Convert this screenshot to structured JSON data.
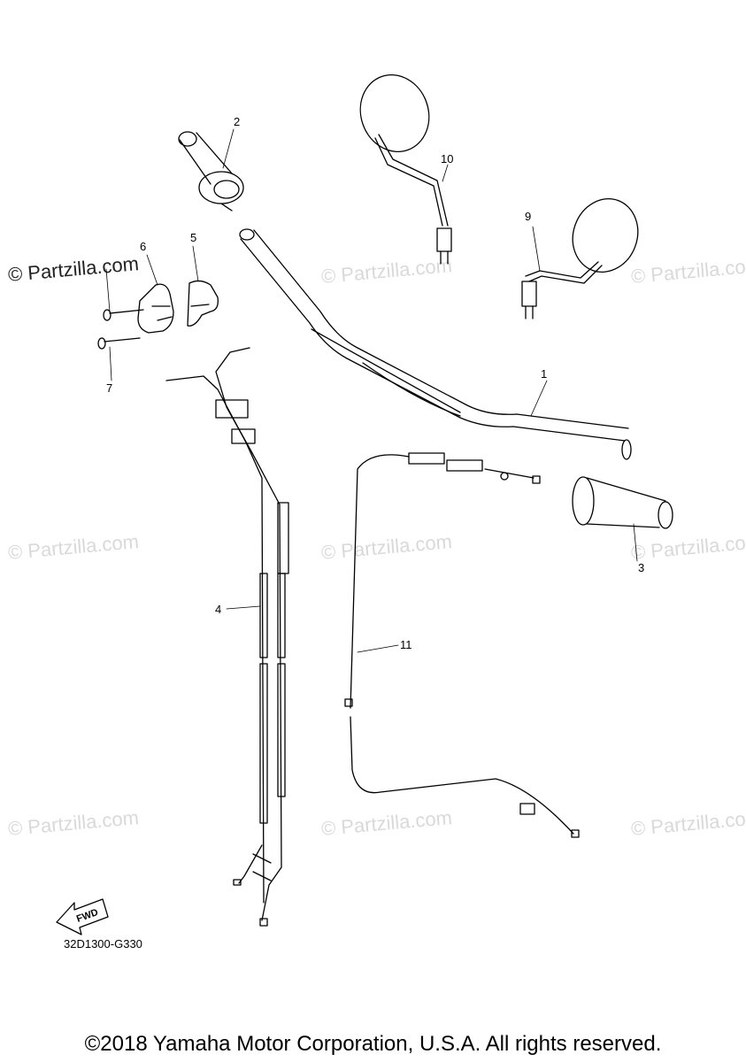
{
  "watermark": {
    "text": "© Partzilla.com"
  },
  "callouts": [
    "1",
    "2",
    "3",
    "4",
    "5",
    "6",
    "7",
    "9",
    "10",
    "11"
  ],
  "diagram_code": "32D1300-G330",
  "fwd_label": "FWD",
  "copyright": "©2018 Yamaha Motor Corporation, U.S.A. All rights reserved."
}
